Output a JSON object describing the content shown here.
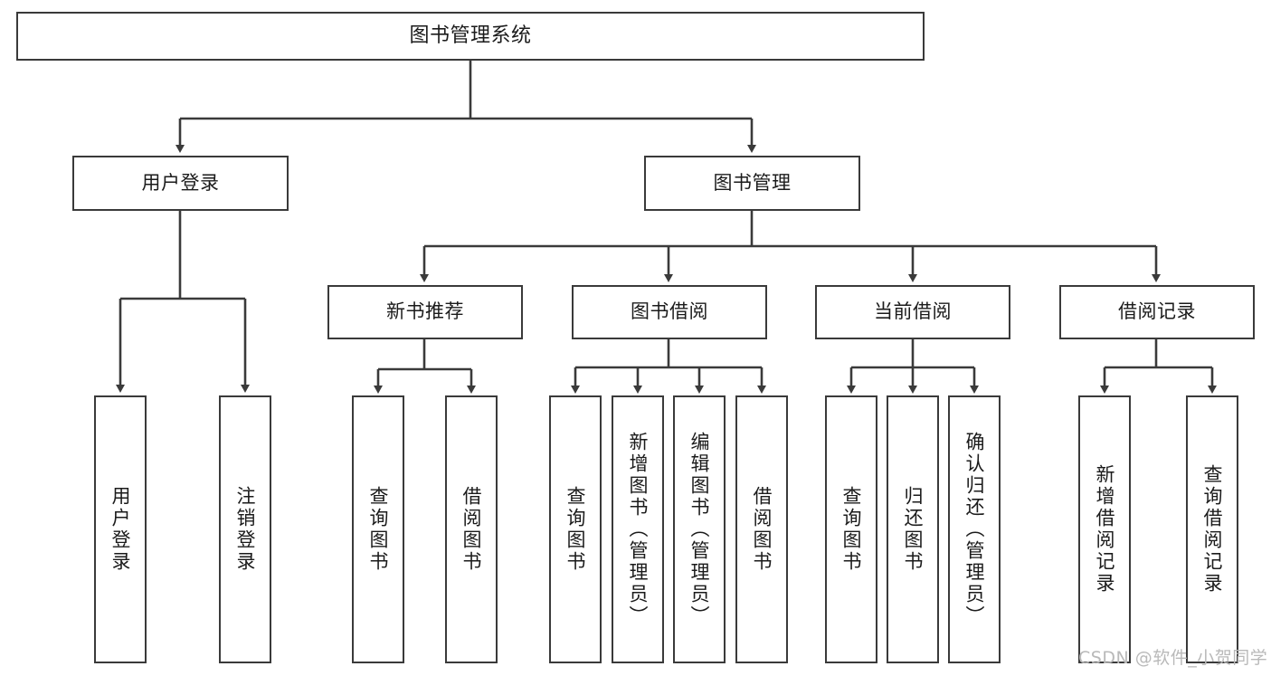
{
  "diagram": {
    "title": "图书管理系统",
    "type": "tree-hierarchy-chart",
    "colors": {
      "box_border": "#3a3a3a",
      "box_fill": "#ffffff",
      "connector": "#3a3a3a",
      "text": "#1b1b1b",
      "watermark": "#b9b9b9",
      "background": "#ffffff"
    },
    "root": {
      "label": "图书管理系统"
    },
    "level2": [
      {
        "label": "用户登录"
      },
      {
        "label": "图书管理"
      }
    ],
    "level3": [
      {
        "label": "新书推荐"
      },
      {
        "label": "图书借阅"
      },
      {
        "label": "当前借阅"
      },
      {
        "label": "借阅记录"
      }
    ],
    "leaves": [
      {
        "label": "用户登录",
        "parent": "用户登录"
      },
      {
        "label": "注销登录",
        "parent": "用户登录"
      },
      {
        "label": "查询图书",
        "parent": "新书推荐"
      },
      {
        "label": "借阅图书",
        "parent": "新书推荐"
      },
      {
        "label": "查询图书",
        "parent": "图书借阅"
      },
      {
        "label": "新增图书（管理员）",
        "parent": "图书借阅"
      },
      {
        "label": "编辑图书（管理员）",
        "parent": "图书借阅"
      },
      {
        "label": "借阅图书",
        "parent": "图书借阅"
      },
      {
        "label": "查询图书",
        "parent": "当前借阅"
      },
      {
        "label": "归还图书",
        "parent": "当前借阅"
      },
      {
        "label": "确认归还（管理员）",
        "parent": "当前借阅"
      },
      {
        "label": "新增借阅记录",
        "parent": "借阅记录"
      },
      {
        "label": "查询借阅记录",
        "parent": "借阅记录"
      }
    ],
    "watermark": "CSDN @软件_小贺同学"
  }
}
